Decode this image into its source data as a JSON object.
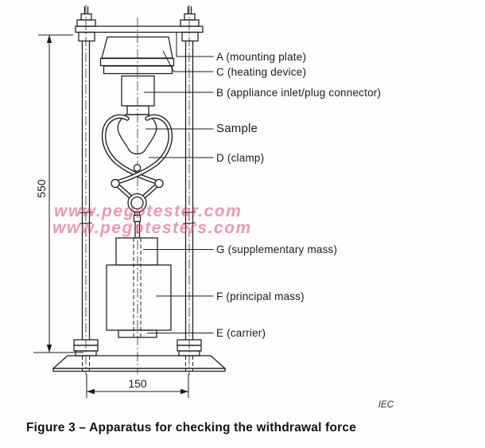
{
  "figure": {
    "caption": "Figure 3 – Apparatus for checking the withdrawal force",
    "source": "IEC"
  },
  "dimensions": {
    "height": "550",
    "width": "150"
  },
  "labels": {
    "a": "A (mounting plate)",
    "c": "C (heating device)",
    "b": "B (appliance inlet/plug connector)",
    "sample": "Sample",
    "d": "D (clamp)",
    "g": "G (supplementary mass)",
    "f": "F (principal mass)",
    "e": "E (carrier)"
  },
  "watermark": {
    "line1": "www.pegotester.com",
    "line2": "www.pegotesters.com",
    "color": "#de466c"
  },
  "colors": {
    "line": "#1b1b1b",
    "background": "#fefefe"
  }
}
